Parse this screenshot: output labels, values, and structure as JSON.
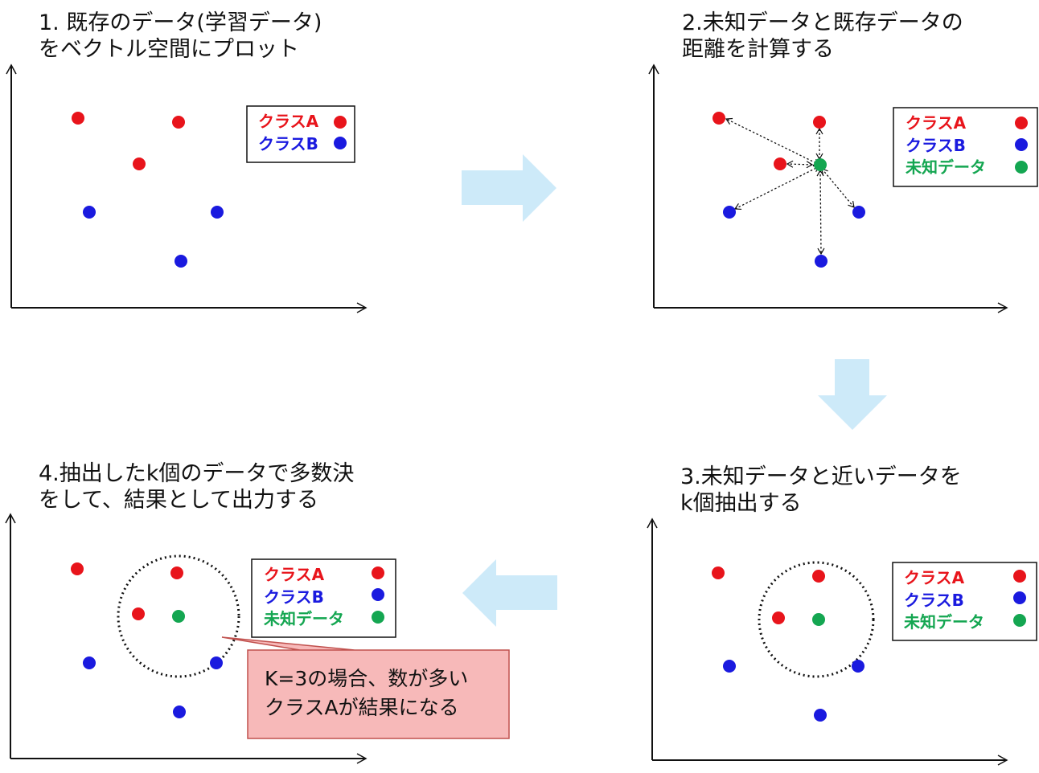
{
  "steps": [
    {
      "title": "1. 既存のデータ(学習データ)\nをベクトル空間にプロット"
    },
    {
      "title": "2.未知データと既存データの\n距離を計算する"
    },
    {
      "title": "3.未知データと近いデータを\nk個抽出する"
    },
    {
      "title": "4.抽出したk個のデータで多数決\nをして、結果として出力する"
    }
  ],
  "legend": {
    "class_a": "クラスA",
    "class_b": "クラスB",
    "unknown": "未知データ"
  },
  "callout": {
    "line1": "K=3の場合、数が多い",
    "line2": "クラスAが結果になる"
  },
  "colors": {
    "class_a": "#e8141b",
    "class_b": "#1a1adf",
    "unknown": "#14a651",
    "arrow": "#cdeaf9",
    "callout_fill": "#f7b9b9",
    "callout_stroke": "#c0504d"
  }
}
